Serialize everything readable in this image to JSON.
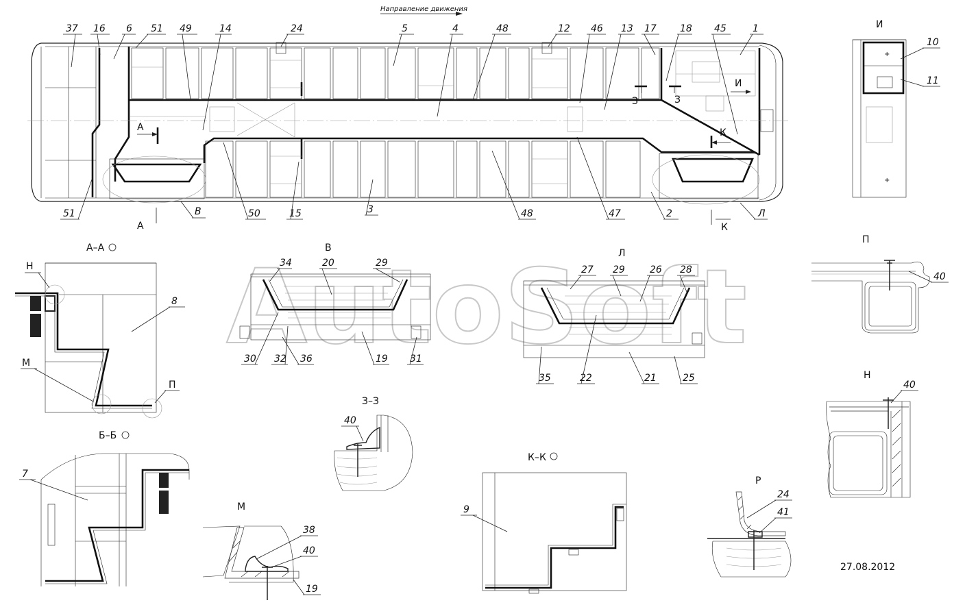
{
  "direction_label": "Направление движения",
  "date": "27.08.2012",
  "watermark": "AutoSoft",
  "callouts_top": [
    {
      "id": "t37",
      "text": "37"
    },
    {
      "id": "t16",
      "text": "16"
    },
    {
      "id": "t6",
      "text": "6"
    },
    {
      "id": "t51a",
      "text": "51"
    },
    {
      "id": "t49",
      "text": "49"
    },
    {
      "id": "t14",
      "text": "14"
    },
    {
      "id": "t24",
      "text": "24"
    },
    {
      "id": "t5",
      "text": "5"
    },
    {
      "id": "t4",
      "text": "4"
    },
    {
      "id": "t48a",
      "text": "48"
    },
    {
      "id": "t12",
      "text": "12"
    },
    {
      "id": "t46",
      "text": "46"
    },
    {
      "id": "t13",
      "text": "13"
    },
    {
      "id": "t17",
      "text": "17"
    },
    {
      "id": "t18",
      "text": "18"
    },
    {
      "id": "t45",
      "text": "45"
    },
    {
      "id": "t1",
      "text": "1"
    }
  ],
  "callouts_bottom": [
    {
      "id": "b51",
      "text": "51"
    },
    {
      "id": "bV",
      "text": "В"
    },
    {
      "id": "b50",
      "text": "50"
    },
    {
      "id": "b15",
      "text": "15"
    },
    {
      "id": "b3",
      "text": "3"
    },
    {
      "id": "b48",
      "text": "48"
    },
    {
      "id": "b47",
      "text": "47"
    },
    {
      "id": "b2",
      "text": "2"
    },
    {
      "id": "bL",
      "text": "Л"
    }
  ],
  "section_marks": {
    "a_upper": "А",
    "a_lower": "А",
    "k_upper": "К",
    "k_lower": "К",
    "z1": "З",
    "z2": "З",
    "i_mark": "И"
  },
  "views": {
    "aa": {
      "title": "А–А",
      "labels": {
        "n": "Н",
        "m": "М",
        "p": "П",
        "c8": "8"
      }
    },
    "bb": {
      "title": "Б–Б",
      "labels": {
        "c7": "7"
      }
    },
    "v": {
      "title": "В",
      "labels": [
        "34",
        "20",
        "29",
        "30",
        "32",
        "36",
        "19",
        "31"
      ]
    },
    "l": {
      "title": "Л",
      "labels": [
        "27",
        "29",
        "26",
        "28",
        "35",
        "22",
        "21",
        "25"
      ]
    },
    "i": {
      "title": "И",
      "labels": {
        "c10": "10",
        "c11": "11"
      }
    },
    "p": {
      "title": "П",
      "labels": {
        "c40": "40"
      }
    },
    "n": {
      "title": "Н",
      "labels": {
        "c40": "40"
      }
    },
    "zz": {
      "title": "З–З",
      "labels": {
        "c40": "40"
      }
    },
    "kk": {
      "title": "К–К",
      "labels": {
        "c9": "9"
      }
    },
    "m": {
      "title": "М",
      "labels": {
        "c38": "38",
        "c40": "40",
        "c19": "19"
      }
    },
    "r": {
      "title": "Р",
      "labels": {
        "c24": "24",
        "c41": "41"
      }
    }
  }
}
